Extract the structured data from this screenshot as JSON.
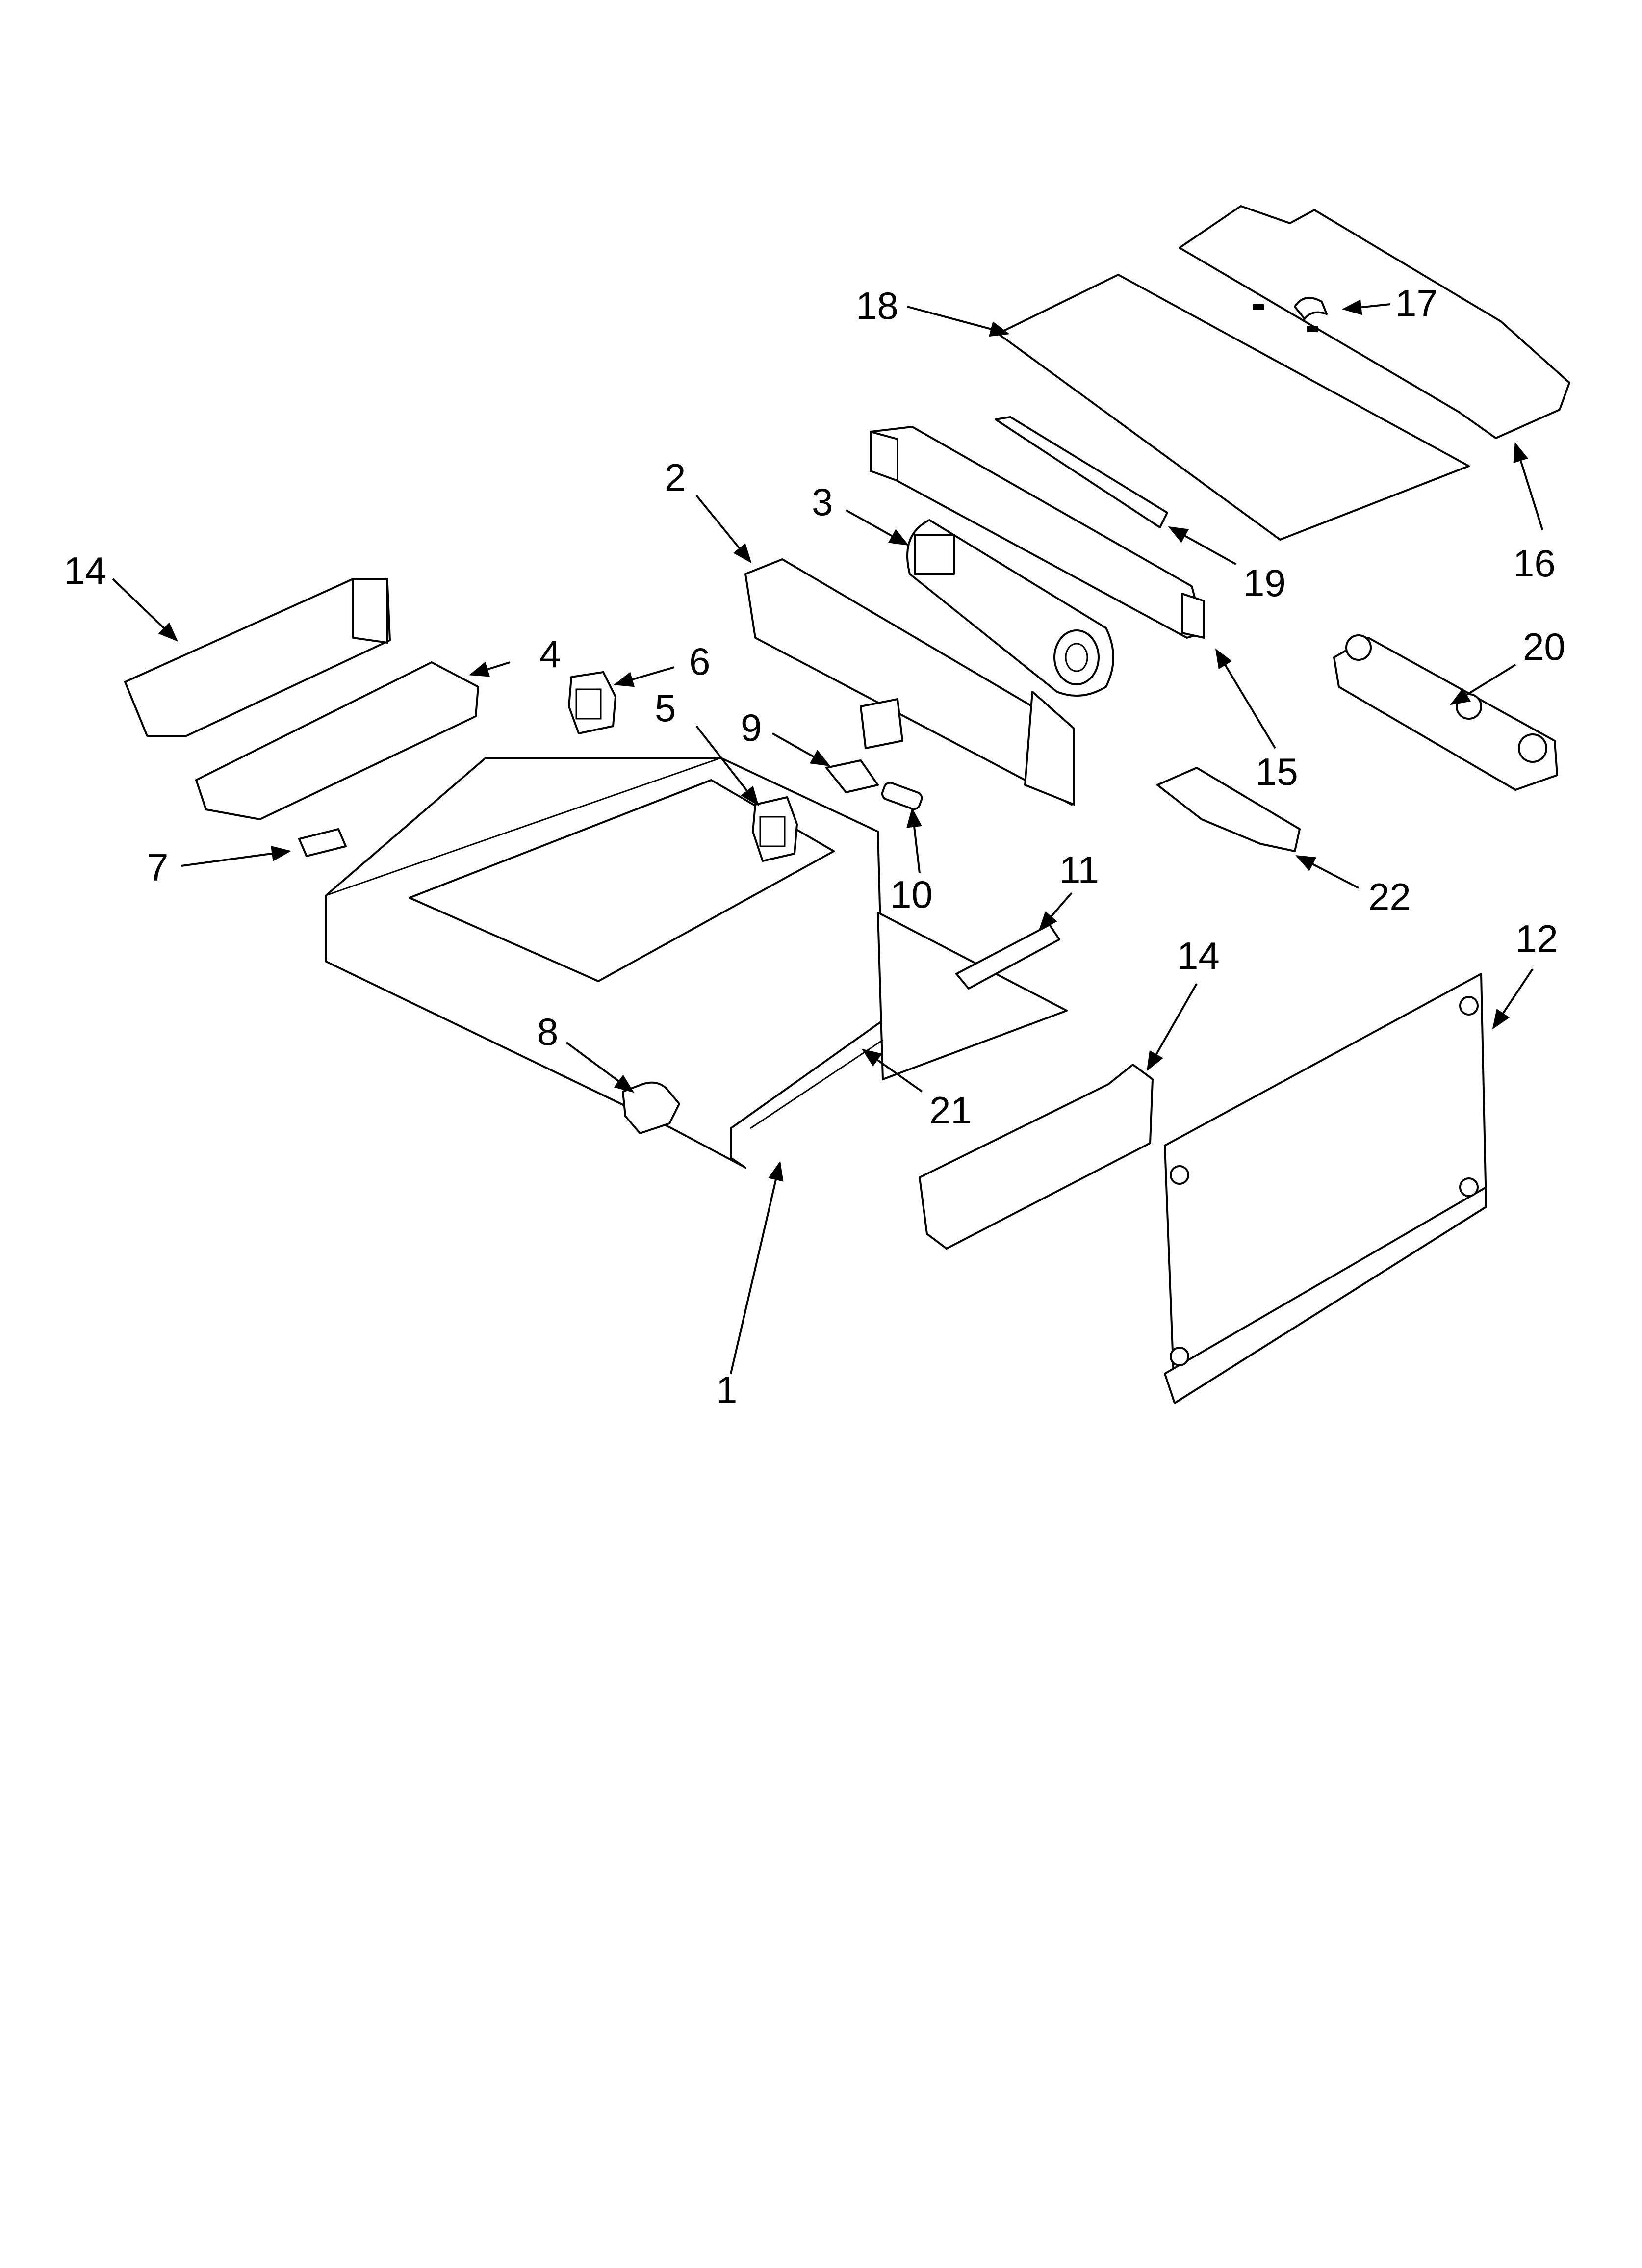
{
  "callouts": [
    {
      "id": "c1",
      "text": "1"
    },
    {
      "id": "c2",
      "text": "2"
    },
    {
      "id": "c3",
      "text": "3"
    },
    {
      "id": "c4",
      "text": "4"
    },
    {
      "id": "c5",
      "text": "5"
    },
    {
      "id": "c6",
      "text": "6"
    },
    {
      "id": "c7",
      "text": "7"
    },
    {
      "id": "c8",
      "text": "8"
    },
    {
      "id": "c9",
      "text": "9"
    },
    {
      "id": "c10",
      "text": "10"
    },
    {
      "id": "c11",
      "text": "11"
    },
    {
      "id": "c12",
      "text": "12"
    },
    {
      "id": "c14a",
      "text": "14"
    },
    {
      "id": "c14b",
      "text": "14"
    },
    {
      "id": "c15",
      "text": "15"
    },
    {
      "id": "c16",
      "text": "16"
    },
    {
      "id": "c17",
      "text": "17"
    },
    {
      "id": "c18",
      "text": "18"
    },
    {
      "id": "c19",
      "text": "19"
    },
    {
      "id": "c20",
      "text": "20"
    },
    {
      "id": "c21",
      "text": "21"
    },
    {
      "id": "c22",
      "text": "22"
    }
  ]
}
